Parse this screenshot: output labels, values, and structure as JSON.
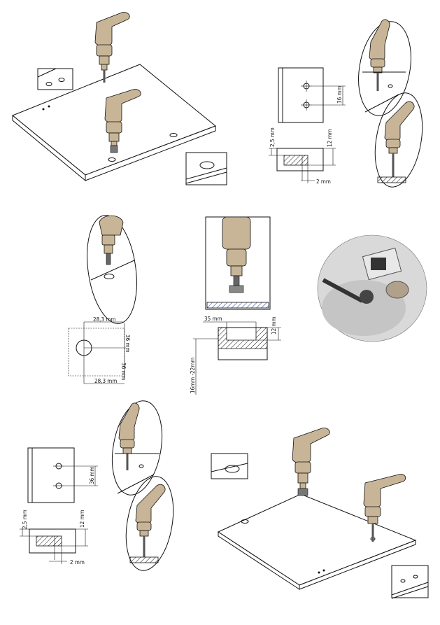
{
  "colors": {
    "drill": "#c8b597",
    "ink": "#111111",
    "photo_bg": "#d9d9d9"
  },
  "icons": [
    "drill-icon",
    "hinge-photo"
  ],
  "labels": {
    "step1_depth": "2,5 mm",
    "step1_thick": "12 mm",
    "step1_offset": "2 mm",
    "step1_spacing": "36 mm",
    "hinge_w1": "28,3 mm",
    "hinge_w2": "28,3 mm",
    "hinge_h1": "36 mm",
    "hinge_h2": "36 mm",
    "cup_dia": "35 mm",
    "cup_depth": "12 mm",
    "board_thick": "16mm -22mm",
    "step3_depth": "2,5 mm",
    "step3_thick": "12 mm",
    "step3_offset": "2 mm",
    "step3_spacing": "36 mm"
  }
}
